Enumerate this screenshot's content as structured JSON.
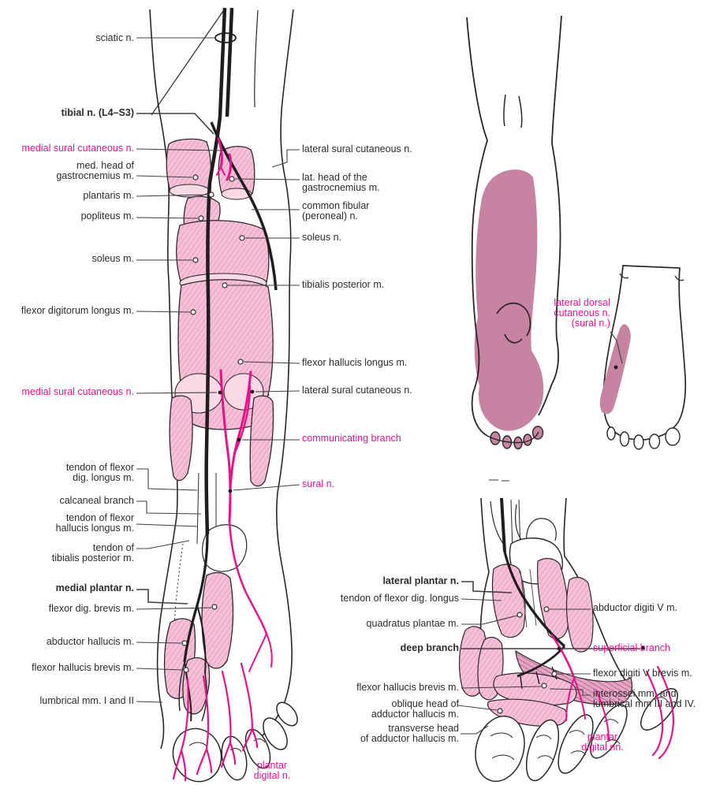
{
  "figure": {
    "kind": "anatomical illustration",
    "colors": {
      "nerve_magenta": "#e8118c",
      "muscle_pink": "#f6c1d7",
      "muscle_hatch": "#e18fbc",
      "cutaneous_mauve": "#c684a2",
      "nerve_black": "#211d1e",
      "label_ink": "#2e2a2b"
    }
  },
  "panels": {
    "posterior_leg": {
      "labels_left": [
        {
          "text": "sciatic n.",
          "emphasis": "normal"
        },
        {
          "text": "tibial n. (L4–S3)",
          "emphasis": "bold"
        },
        {
          "text": "medial sural cutaneous n.",
          "emphasis": "pink"
        },
        {
          "text": "med. head of\ngastrocnemius m.",
          "emphasis": "normal"
        },
        {
          "text": "plantaris m.",
          "emphasis": "normal"
        },
        {
          "text": "popliteus m.",
          "emphasis": "normal"
        },
        {
          "text": "soleus m.",
          "emphasis": "normal"
        },
        {
          "text": "flexor digitorum longus m.",
          "emphasis": "normal"
        },
        {
          "text": "medial sural cutaneous n.",
          "emphasis": "pink"
        },
        {
          "text": "tendon of flexor\ndig. longus m.",
          "emphasis": "normal"
        },
        {
          "text": "calcaneal branch",
          "emphasis": "normal"
        },
        {
          "text": "tendon of flexor\nhallucis longus m.",
          "emphasis": "normal"
        },
        {
          "text": "tendon of\ntibialis posterior m.",
          "emphasis": "normal"
        },
        {
          "text": "medial plantar n.",
          "emphasis": "bold"
        },
        {
          "text": "flexor dig. brevis m.",
          "emphasis": "normal"
        },
        {
          "text": "abductor hallucis m.",
          "emphasis": "normal"
        },
        {
          "text": "flexor hallucis brevis m.",
          "emphasis": "normal"
        },
        {
          "text": "lumbrical mm. I and II",
          "emphasis": "normal"
        }
      ],
      "labels_right": [
        {
          "text": "lateral sural cutaneous n.",
          "emphasis": "normal"
        },
        {
          "text": "lat. head of the\ngastrocnemius m.",
          "emphasis": "normal"
        },
        {
          "text": "common fibular\n(peroneal) n.",
          "emphasis": "normal"
        },
        {
          "text": "soleus n.",
          "emphasis": "normal"
        },
        {
          "text": "tibialis posterior m.",
          "emphasis": "normal"
        },
        {
          "text": "flexor hallucis longus m.",
          "emphasis": "normal"
        },
        {
          "text": "lateral sural cutaneous n.",
          "emphasis": "normal"
        },
        {
          "text": "communicating branch",
          "emphasis": "pink"
        },
        {
          "text": "sural n.",
          "emphasis": "pink"
        }
      ],
      "label_plantar_digital": {
        "text": "plantar\ndigital n.",
        "emphasis": "pink"
      }
    },
    "cutaneous_innervation": {
      "label": {
        "text": "lateral dorsal\ncutaneous n.\n(sural n.)",
        "emphasis": "pink"
      }
    },
    "plantar_foot": {
      "labels_left": [
        {
          "text": "lateral plantar n.",
          "emphasis": "bold"
        },
        {
          "text": "tendon of flexor dig. longus",
          "emphasis": "normal"
        },
        {
          "text": "quadratus plantae m.",
          "emphasis": "normal"
        },
        {
          "text": "deep branch",
          "emphasis": "bold"
        },
        {
          "text": "flexor hallucis brevis m.",
          "emphasis": "normal"
        },
        {
          "text": "oblique head of\nadductor hallucis m.",
          "emphasis": "normal"
        },
        {
          "text": "transverse head\nof adductor hallucis m.",
          "emphasis": "normal"
        }
      ],
      "labels_right": [
        {
          "text": "abductor digiti V m.",
          "emphasis": "normal"
        },
        {
          "text": "superficial branch",
          "emphasis": "pink"
        },
        {
          "text": "flexor digiti V brevis m.",
          "emphasis": "normal"
        },
        {
          "text": "interossei mm. and\nlumbrical mm III and IV.",
          "emphasis": "normal"
        },
        {
          "text": "plantar\ndigital nn.",
          "emphasis": "pink"
        }
      ]
    }
  }
}
